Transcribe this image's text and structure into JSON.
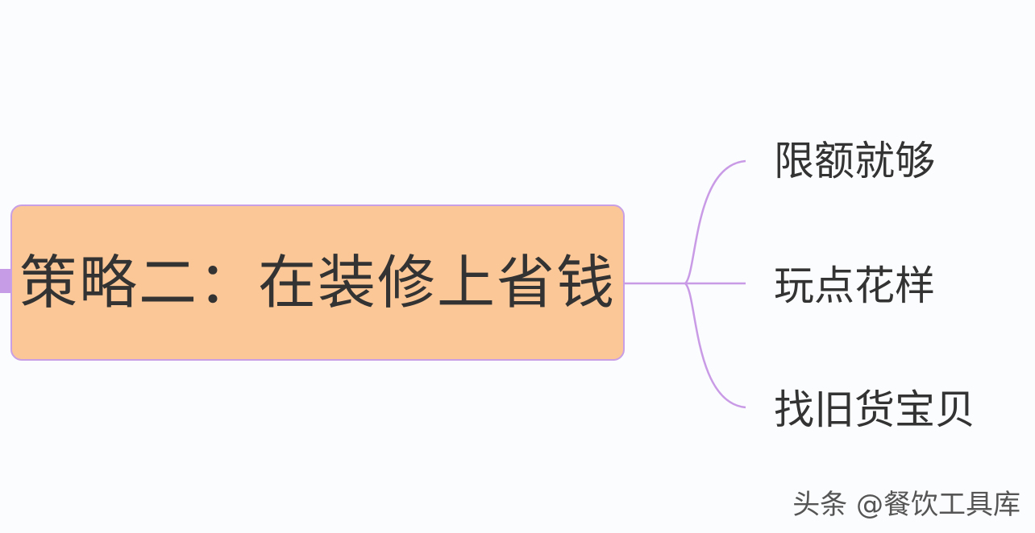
{
  "root": {
    "label": "策略二：在装修上省钱"
  },
  "branches": [
    {
      "label": "限额就够"
    },
    {
      "label": "玩点花样"
    },
    {
      "label": "找旧货宝贝"
    }
  ],
  "watermark": {
    "text": "头条 @餐饮工具库"
  },
  "colors": {
    "root_fill": "#fcc797",
    "root_border": "#c89fe4",
    "connector": "#c99ae6",
    "text": "#333333"
  }
}
